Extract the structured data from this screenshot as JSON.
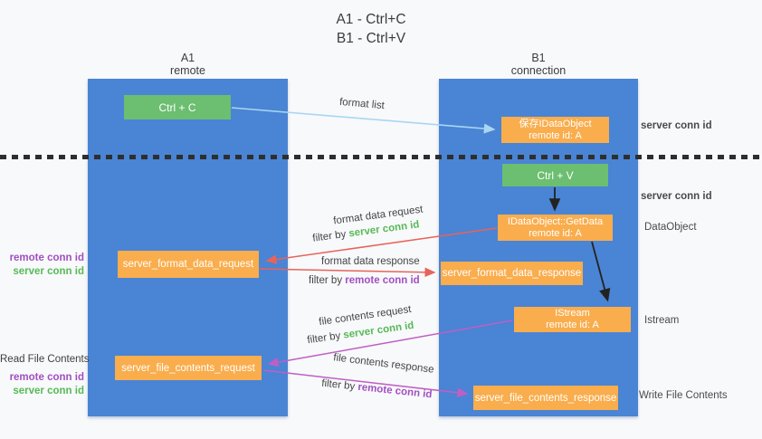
{
  "title": {
    "line1": "A1 - Ctrl+C",
    "line2": "B1 - Ctrl+V"
  },
  "lanes": {
    "a1": {
      "title": "A1",
      "subtitle": "remote"
    },
    "b1": {
      "title": "B1",
      "subtitle": "connection"
    }
  },
  "nodes": {
    "ctrl_c": {
      "label": "Ctrl + C"
    },
    "ctrl_v": {
      "label": "Ctrl + V"
    },
    "save_dataobject": {
      "line1": "保存IDataObject",
      "line2": "remote id: A"
    },
    "getdata": {
      "line1": "IDataObject::GetData",
      "line2": "remote id: A"
    },
    "istream": {
      "line1": "IStream",
      "line2": "remote id: A"
    },
    "server_format_data_request": {
      "label": "server_format_data_request"
    },
    "server_format_data_response": {
      "label": "server_format_data_response"
    },
    "server_file_contents_request": {
      "label": "server_file_contents_request"
    },
    "server_file_contents_response": {
      "label": "server_file_contents_response"
    }
  },
  "arrow_labels": {
    "format_list": "format list",
    "format_data_request": "format data request",
    "format_data_response": "format data response",
    "file_contents_request": "file contents request",
    "file_contents_response": "file contents response",
    "filter_by": "filter by ",
    "server_conn_id": "server conn id",
    "remote_conn_id": "remote conn id"
  },
  "side_labels": {
    "server_conn_id_top": "server conn id",
    "server_conn_id_mid": "server conn id",
    "dataobject": "DataObject",
    "istream": "Istream",
    "write_file_contents": "Write File Contents",
    "read_file_contents": "Read File Contents",
    "remote_conn_id": "remote conn id",
    "server_conn_id": "server conn id"
  },
  "colors": {
    "lane_blue": "#4a84d4",
    "node_green": "#6cbe70",
    "node_orange": "#f9ad4d",
    "arrow_light_blue": "#a9d6f2",
    "arrow_red": "#e8635a",
    "arrow_magenta": "#bf5fc4",
    "arrow_black": "#222222",
    "conn_id_green": "#57b957",
    "conn_id_purple": "#a14fc0",
    "label_gray": "#4a4a4a",
    "background": "#f8f9fb"
  }
}
